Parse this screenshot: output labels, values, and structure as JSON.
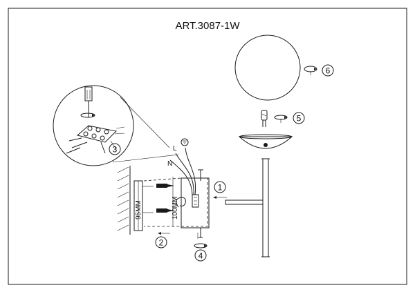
{
  "title": "ART.3087-1W",
  "steps": [
    "1",
    "2",
    "3",
    "4",
    "5",
    "6"
  ],
  "labels": {
    "wire_l": "L",
    "wire_n": "N",
    "dim_95": "95MM",
    "dim_100": "100MM"
  }
}
